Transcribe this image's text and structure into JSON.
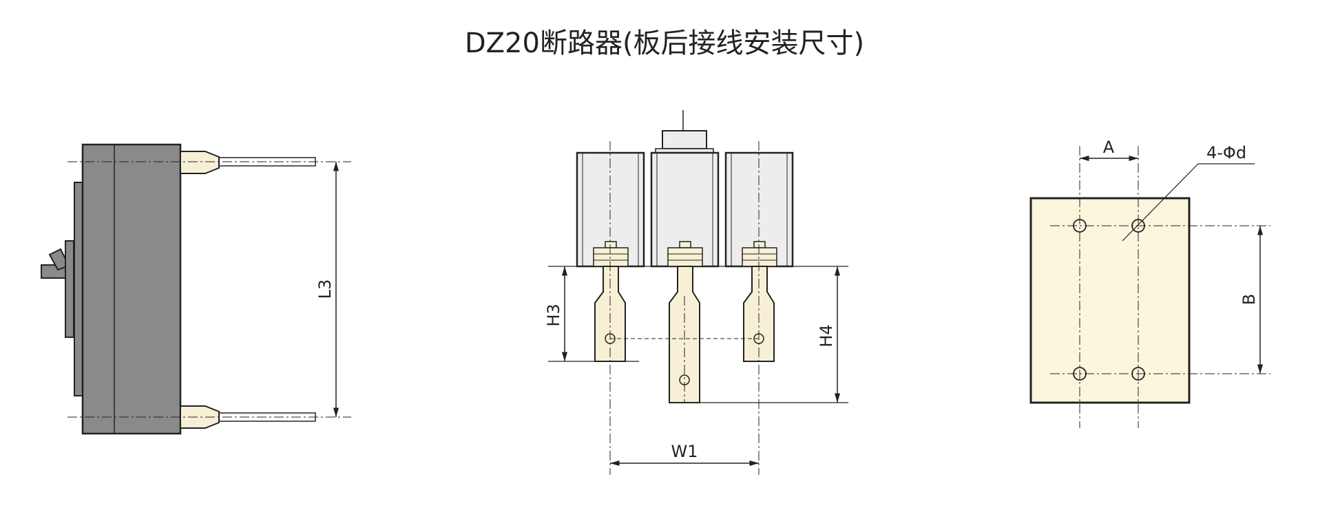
{
  "title": "DZ20断路器(板后接线安装尺寸)",
  "labels": {
    "L3": "L3",
    "H3": "H3",
    "H4": "H4",
    "W1": "W1",
    "A": "A",
    "B": "B",
    "hole": "4-Φd"
  },
  "colors": {
    "body_gray": "#8a8a8a",
    "terminal_cream": "#f7f0d6",
    "plate_cream": "#fbf6dc",
    "pole_gray": "#ededed",
    "line": "#222222"
  }
}
